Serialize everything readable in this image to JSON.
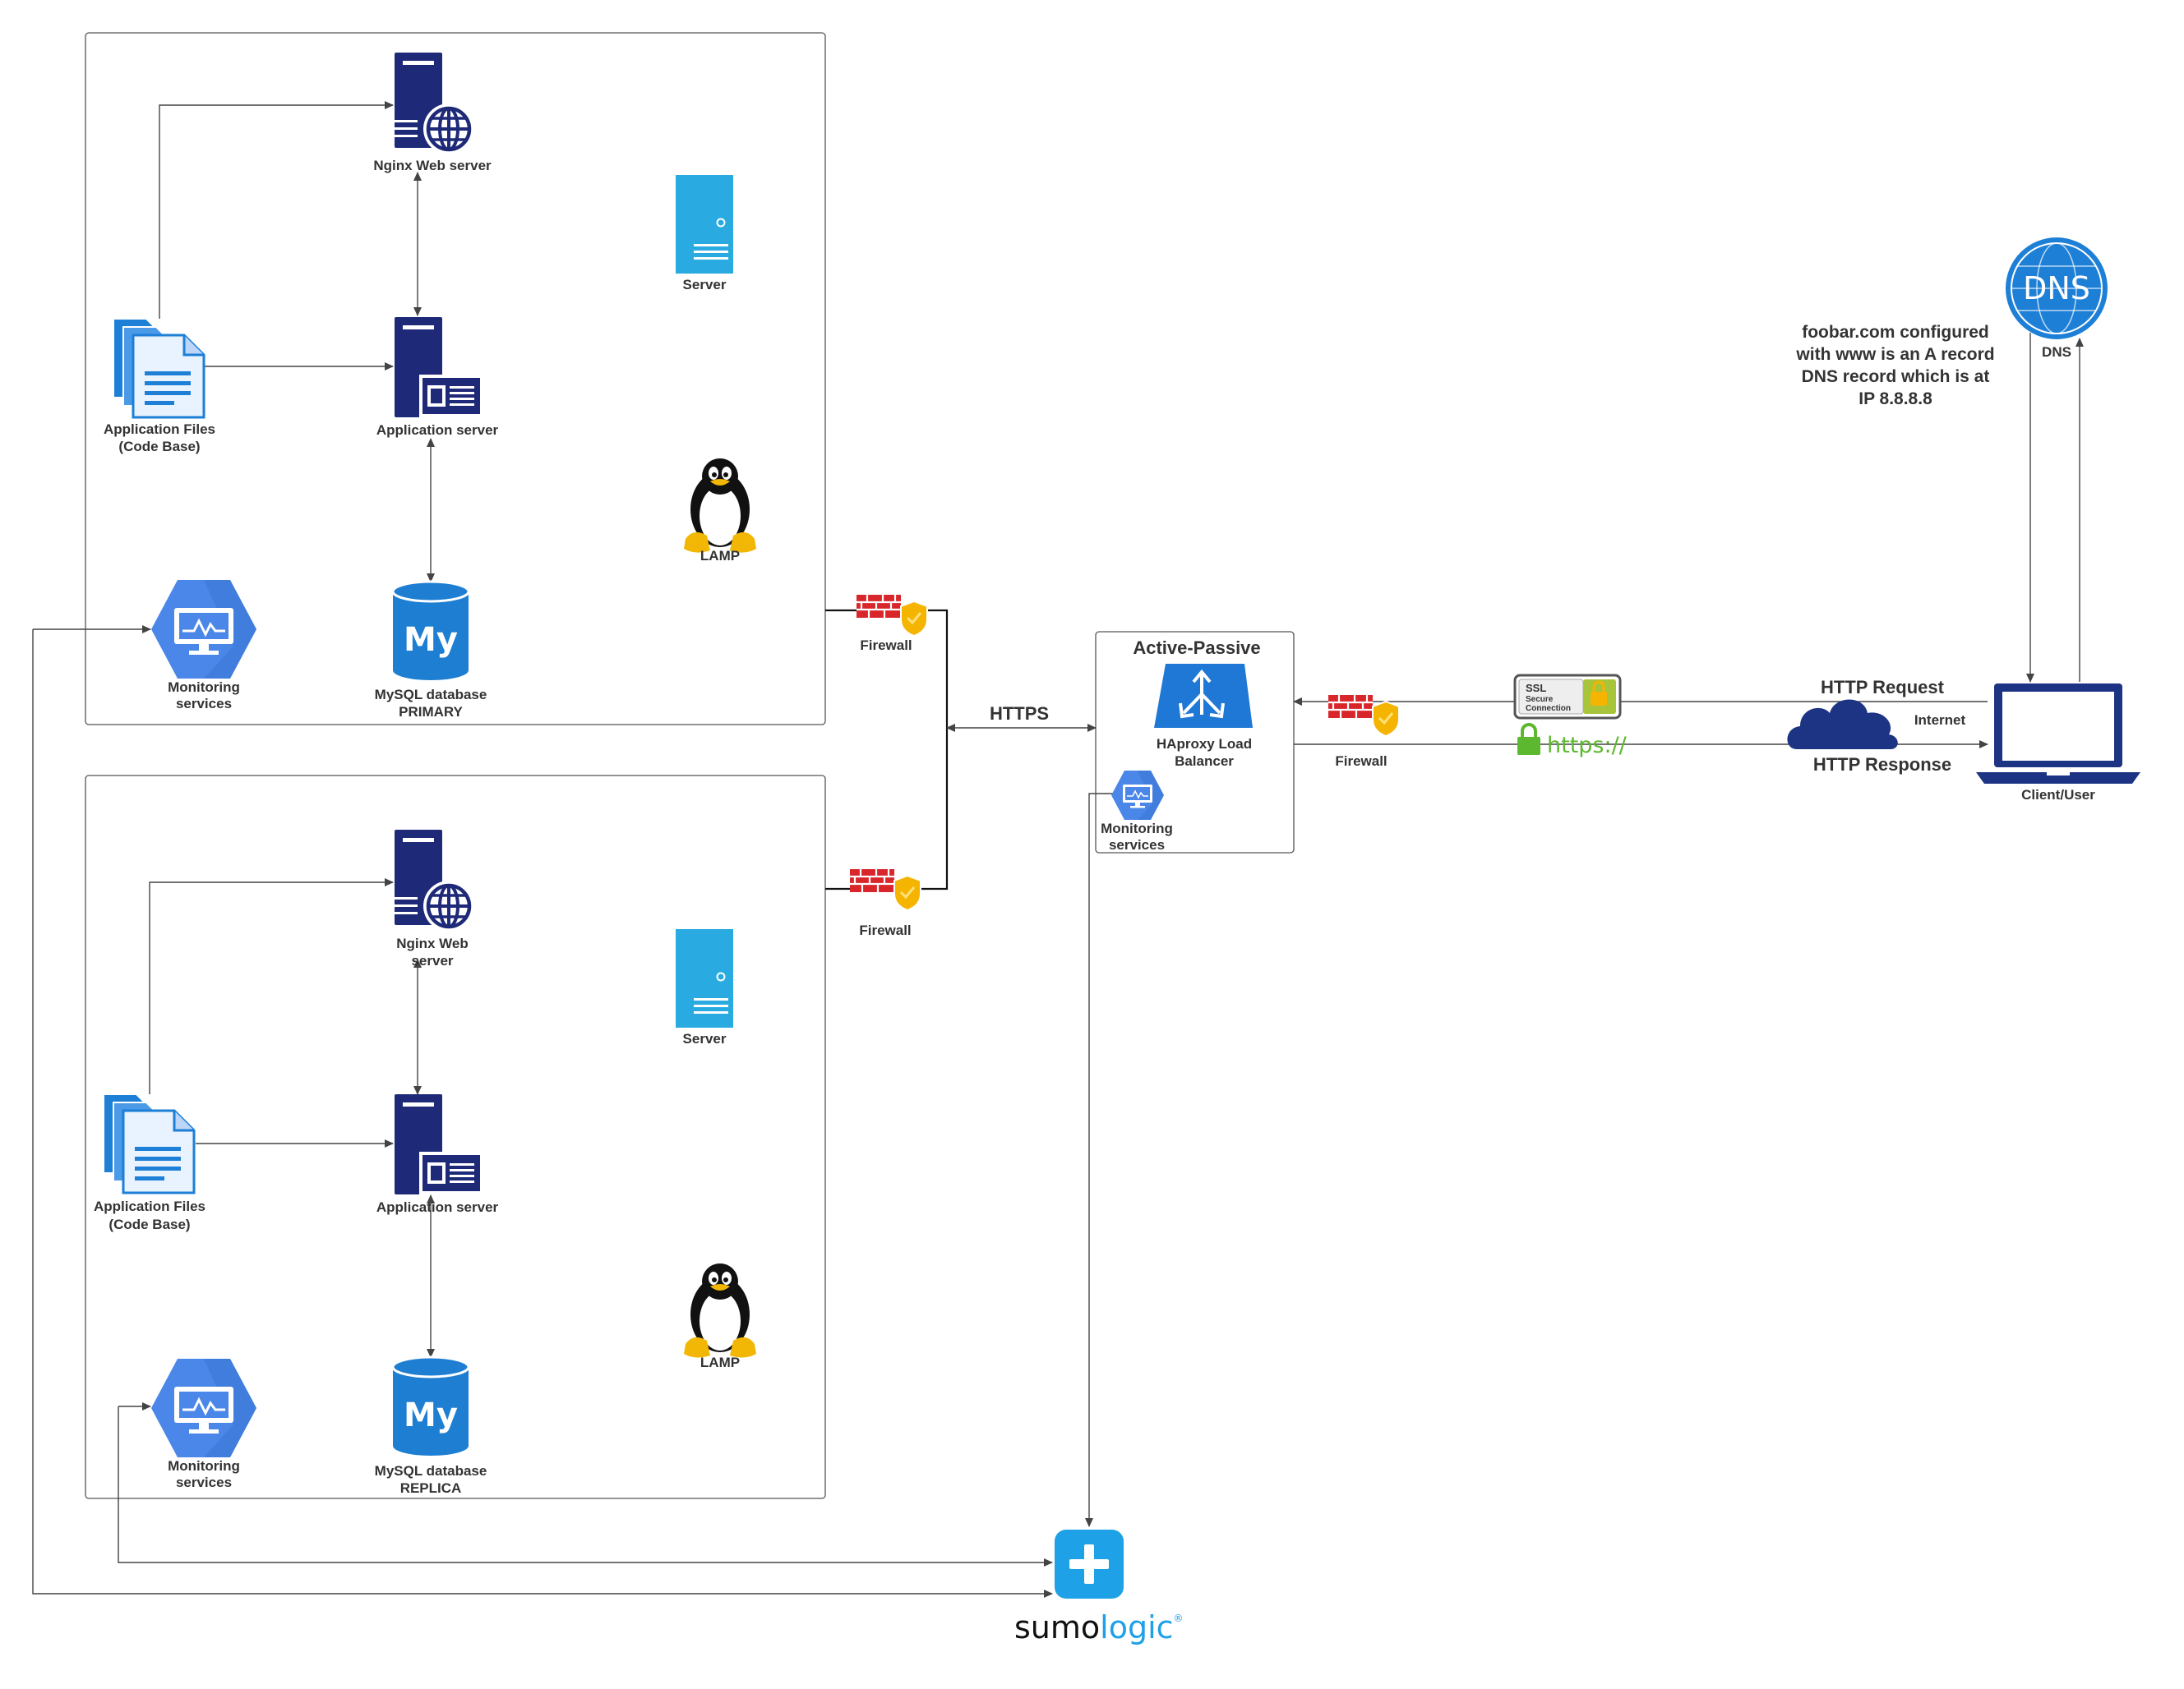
{
  "colors": {
    "server_navy": "#1e2a78",
    "server_blue": "#29aae1",
    "mysql_blue": "#1e7fd2",
    "monitor_blue": "#4a87e8",
    "haproxy_blue": "#1f78d6",
    "firewall_red": "#d8262b",
    "shield_yellow": "#f5b400",
    "sumo_blue": "#1ea1e6",
    "dns_blue": "#1e7fd6",
    "cloud_navy": "#1d3484"
  },
  "cluster_primary": {
    "nginx": "Nginx Web server",
    "server": "Server",
    "app_files": [
      "Application Files",
      "(Code Base)"
    ],
    "app_server": "Application server",
    "lamp": "LAMP",
    "monitoring": [
      "Monitoring",
      "services"
    ],
    "mysql": [
      "MySQL database",
      "PRIMARY"
    ]
  },
  "cluster_replica": {
    "nginx": [
      "Nginx Web",
      "server"
    ],
    "server": "Server",
    "app_files": [
      "Application Files",
      "(Code Base)"
    ],
    "app_server": "Application server",
    "lamp": "LAMP",
    "monitoring": [
      "Monitoring",
      "services"
    ],
    "mysql": [
      "MySQL database",
      "REPLICA"
    ]
  },
  "firewall_top": "Firewall",
  "firewall_bottom": "Firewall",
  "https_label": "HTTPS",
  "load_balancer": {
    "title": "Active-Passive",
    "name": [
      "HAproxy Load",
      "Balancer"
    ],
    "monitoring": [
      "Monitoring",
      "services"
    ]
  },
  "firewall_lb": "Firewall",
  "ssl_badge": [
    "SSL",
    "Secure",
    "Connection"
  ],
  "https_prefix": "https://",
  "http_request": "HTTP Request",
  "http_response": "HTTP Response",
  "internet": "Internet",
  "client": "Client/User",
  "dns": {
    "icon_text": "DNS",
    "label": "DNS"
  },
  "dns_note": [
    "foobar.com configured",
    "with www is an A record",
    "DNS record which is at",
    "IP 8.8.8.8"
  ],
  "sumologic": {
    "part1": "sumo",
    "part2": "logic",
    "reg": "®"
  }
}
